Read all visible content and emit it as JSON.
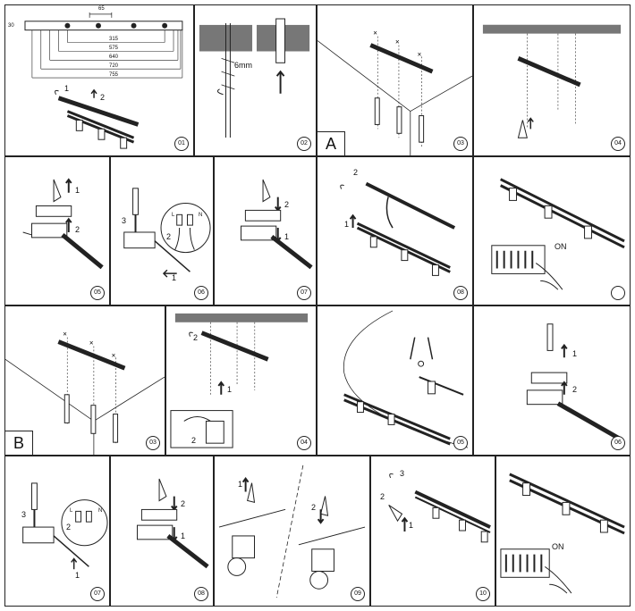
{
  "steps": {
    "r1": [
      "01",
      "02",
      "03",
      "04"
    ],
    "r2": [
      "05",
      "06",
      "07",
      "08"
    ],
    "r3": [
      "03",
      "04",
      "05",
      "06"
    ],
    "r4": [
      "07",
      "08",
      "09",
      "10"
    ]
  },
  "section_letters": {
    "a": "A",
    "b": "B"
  },
  "dimensions": {
    "top": "65",
    "side": "30",
    "d1": "315",
    "d2": "575",
    "d3": "640",
    "d4": "720",
    "d5": "755"
  },
  "labels": {
    "drill": "6mm",
    "on": "ON",
    "n1": "1",
    "n2": "2",
    "n3": "3",
    "L": "L",
    "N": "N"
  }
}
